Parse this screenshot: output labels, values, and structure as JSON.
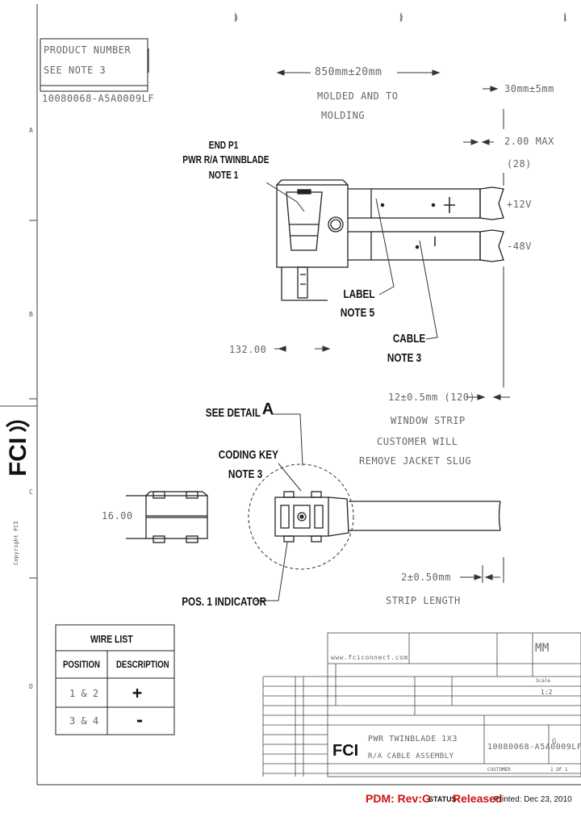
{
  "title_block": {
    "product_number_label": "PRODUCT NUMBER",
    "product_number_note": "SEE NOTE 3",
    "part_number": "10080068-A5A0009LF",
    "website": "www.fciconnect.com",
    "title_line1": "PWR TWINBLADE 1X3",
    "title_line2": "R/A CABLE ASSEMBLY",
    "customer_label": "CUSTOMER",
    "scale_label": "Scale",
    "scale_value": "1:2",
    "units": "MM",
    "sheet": "1 OF 1",
    "rev": "G"
  },
  "dimensions": {
    "length": "850mm±20mm",
    "length_note1": "MOLDED AND TO",
    "length_note2": "MOLDING",
    "short_length": "30mm±5mm",
    "max_height": "2.00 MAX",
    "max_height_alt": "(28)",
    "connector_depth": "132.00",
    "window_strip": "12±0.5mm (120)",
    "window_note1": "WINDOW STRIP",
    "window_note2": "CUSTOMER WILL",
    "window_note3": "REMOVE JACKET SLUG",
    "strip_length": "2±0.50mm",
    "strip_label": "STRIP LENGTH",
    "width": "16.00"
  },
  "callouts": {
    "end_p1_line1": "END P1",
    "end_p1_line2": "PWR R/A TWINBLADE",
    "end_p1_line3": "NOTE 1",
    "label_line1": "LABEL",
    "label_line2": "NOTE 5",
    "cable_line1": "CABLE",
    "cable_line2": "NOTE 3",
    "see_detail": "SEE DETAIL",
    "detail_letter": "A",
    "coding_key_line1": "CODING KEY",
    "coding_key_line2": "NOTE 3",
    "pos1_indicator": "POS. 1 INDICATOR",
    "wire_pos": "+12V",
    "wire_neg": "-48V"
  },
  "wire_list": {
    "title": "WIRE LIST",
    "col_position": "POSITION",
    "col_description": "DESCRIPTION",
    "rows": [
      {
        "position": "1 & 2",
        "description": "+"
      },
      {
        "position": "3 & 4",
        "description": "-"
      }
    ]
  },
  "border": {
    "top_marks": [
      "3",
      "2",
      "1"
    ],
    "left_marks": [
      "A",
      "B",
      "C",
      "D"
    ],
    "copyright": "Copyright FCI"
  },
  "footer": {
    "pdm": "PDM: Rev:G",
    "status_label": "STATUS",
    "status_value": "Released",
    "printed": "Printed: Dec 23, 2010"
  },
  "colors": {
    "line": "#222222",
    "faint_text": "#666666",
    "footer_red": "#d01010"
  }
}
